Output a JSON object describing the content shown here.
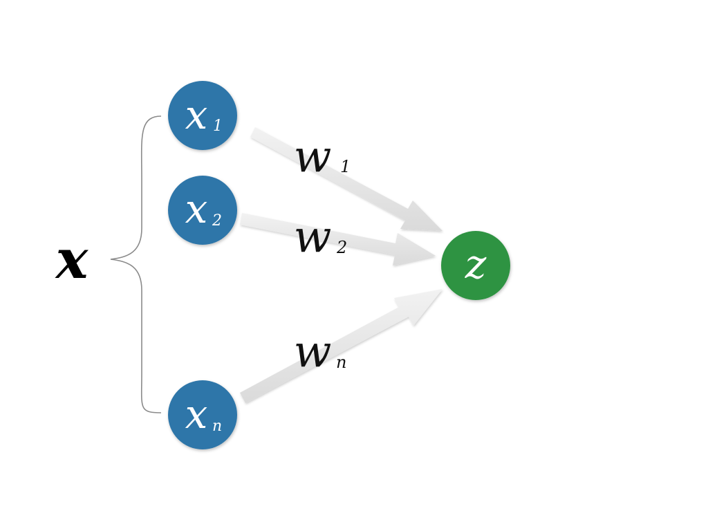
{
  "colors": {
    "input_node": "#2e76a9",
    "output_node": "#2e9342",
    "arrow": "#e4e4e4",
    "brace": "#8a8a8a"
  },
  "vector": {
    "label": "x"
  },
  "inputs": [
    {
      "label": "x",
      "sub": "1"
    },
    {
      "label": "x",
      "sub": "2"
    },
    {
      "label": "x",
      "sub": "n"
    }
  ],
  "weights": [
    {
      "label": "w",
      "sub": "1"
    },
    {
      "label": "w",
      "sub": "2"
    },
    {
      "label": "w",
      "sub": "n"
    }
  ],
  "output": {
    "label": "z"
  }
}
